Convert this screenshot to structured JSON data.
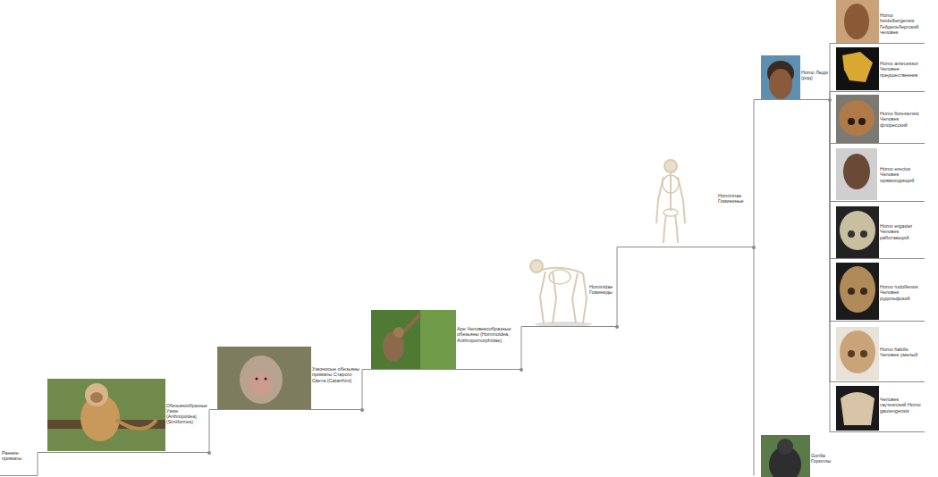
{
  "diagram": {
    "nodes": [
      {
        "text": [
          "Ранние приматы"
        ]
      },
      {
        "text": [
          "Обезьянообразные Узкие (Anthropoidea) (Simiiformes)"
        ]
      },
      {
        "text": [
          "Узконосые обезьяны приматы Старого Света (Catarrhini)"
        ]
      },
      {
        "text": [
          "Ape Человекообразные обезьяны (Hominoidea, Anthropomorphidae)"
        ]
      },
      {
        "text": [
          "Hominidae Гоминиды"
        ]
      },
      {
        "text": [
          "Homininae Гомининые"
        ]
      },
      {
        "text": [
          "Homo Люди (род)"
        ]
      },
      {
        "text": [
          "Homo heidelbergensis Гейдельбергский человек"
        ]
      },
      {
        "text": [
          "Homo antecessor Человек-предшественник"
        ]
      },
      {
        "text": [
          "Homo floresiensis Человек флоресский"
        ]
      },
      {
        "text": [
          "Homo erectus Человек прямоходящий"
        ]
      },
      {
        "text": [
          "Homo ergaster Человек работающий"
        ]
      },
      {
        "text": [
          "Homo rudolfensis Человек рудольфский"
        ]
      },
      {
        "text": [
          "Homo habilis Человек умелый"
        ]
      },
      {
        "text": [
          "Человек гаутенгский Homo gautengensis"
        ]
      },
      {
        "text": [
          "Gorilla Гориллы"
        ]
      }
    ],
    "edges": [
      {
        "from": 0,
        "to": 1,
        "arrow": "none"
      },
      {
        "from": 1,
        "to": 2,
        "arrow": "none"
      },
      {
        "from": 2,
        "to": 3,
        "arrow": "none"
      },
      {
        "from": 3,
        "to": 4,
        "arrow": "none"
      },
      {
        "from": 4,
        "to": 5,
        "arrow": "none"
      },
      {
        "from": 5,
        "to": 6,
        "arrow": "none"
      },
      {
        "from": 6,
        "to": 7,
        "arrow": "none"
      },
      {
        "from": 6,
        "to": 8,
        "arrow": "none"
      },
      {
        "from": 6,
        "to": 9,
        "arrow": "none"
      },
      {
        "from": 6,
        "to": 10,
        "arrow": "none"
      },
      {
        "from": 6,
        "to": 11,
        "arrow": "none"
      },
      {
        "from": 6,
        "to": 12,
        "arrow": "none"
      },
      {
        "from": 6,
        "to": 13,
        "arrow": "none"
      },
      {
        "from": 6,
        "to": 14,
        "arrow": "none"
      },
      {
        "from": 5,
        "to": 15,
        "arrow": "none"
      }
    ]
  }
}
